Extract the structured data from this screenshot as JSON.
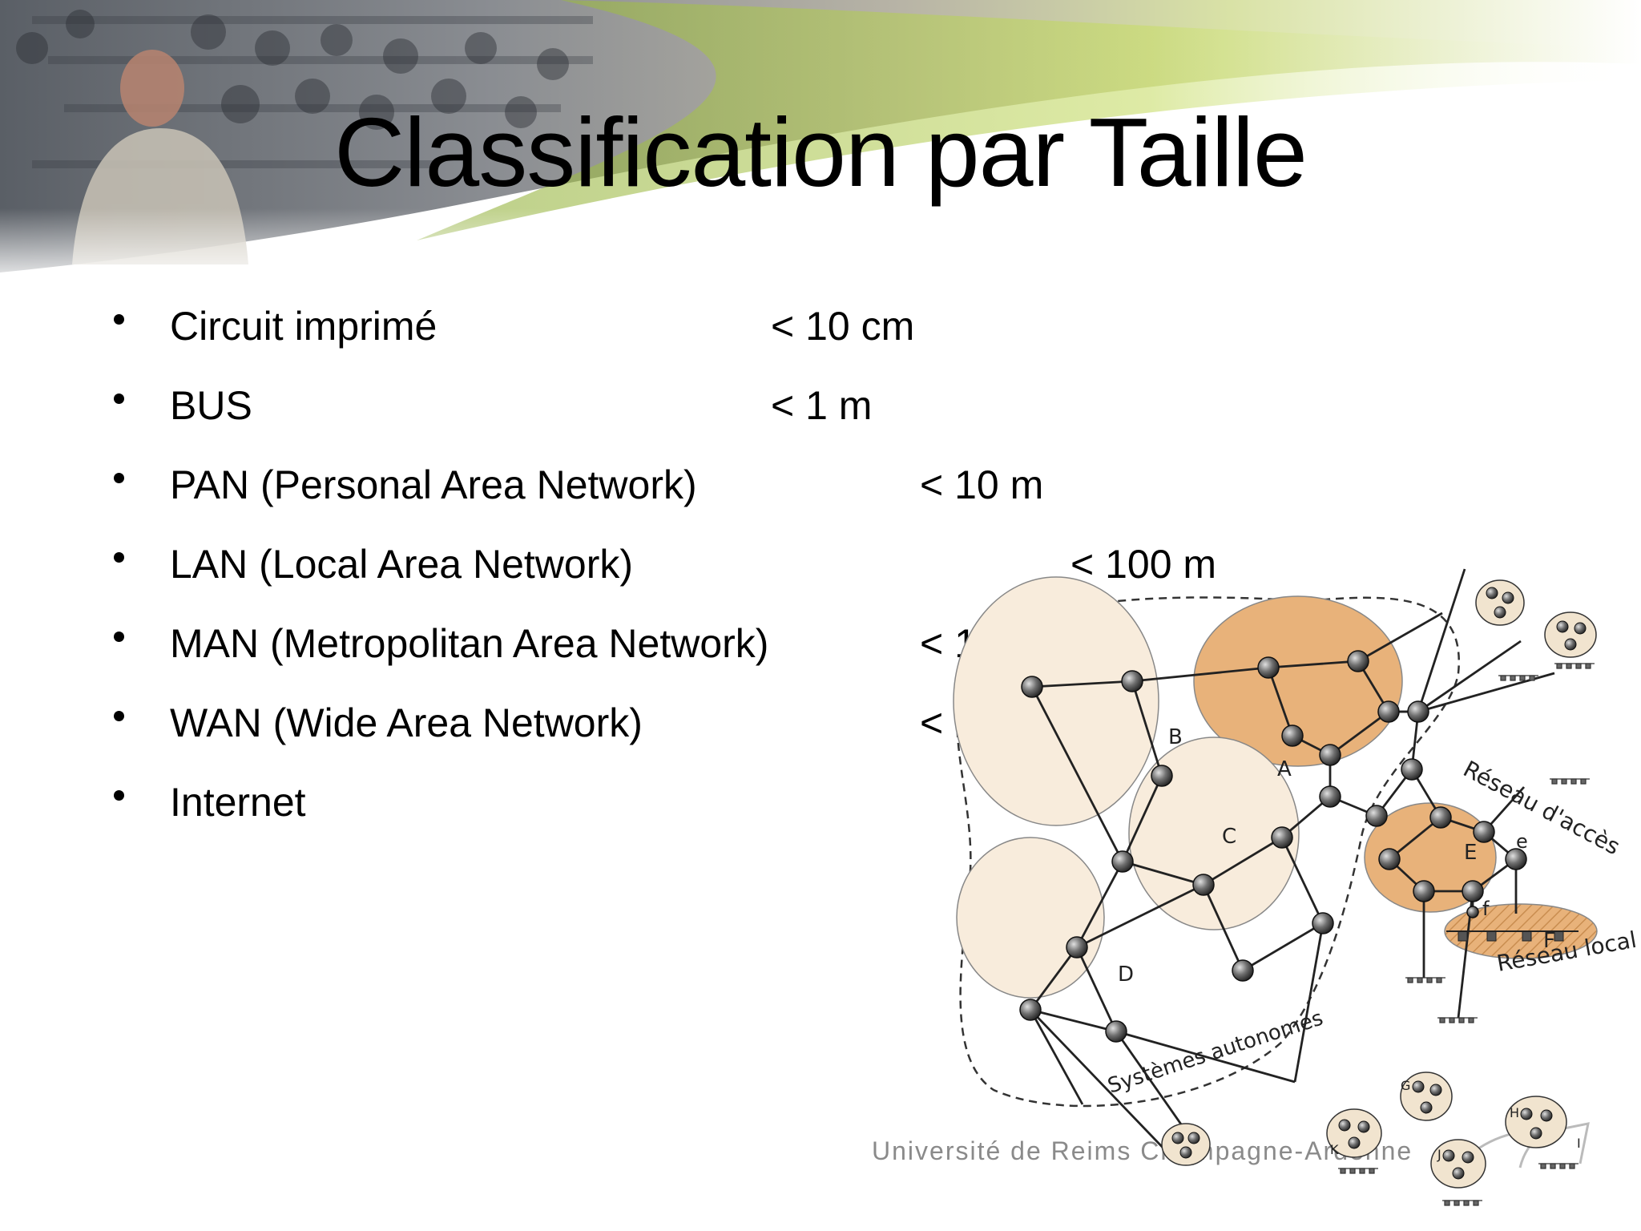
{
  "slide": {
    "title": "Classification par Taille",
    "bullets": [
      {
        "label": "Circuit imprimé",
        "size": "< 10 cm"
      },
      {
        "label": "BUS",
        "size": "< 1 m"
      },
      {
        "label": "PAN (Personal Area Network)",
        "size": "< 10 m"
      },
      {
        "label": "LAN (Local Area Network)",
        "size": "< 100 m"
      },
      {
        "label": "MAN (Metropolitan Area Network)",
        "size": "< 10 km"
      },
      {
        "label": "WAN (Wide Area Network)",
        "size": "< 10"
      },
      {
        "label": "Internet",
        "size": ""
      }
    ],
    "footer": "Université de Reims Champagne-Ardenne"
  },
  "diagram": {
    "zones": [
      "A",
      "B",
      "C",
      "D",
      "E",
      "F"
    ],
    "nodes_small": [
      "e",
      "f",
      "G",
      "H",
      "I",
      "J",
      "K"
    ],
    "reseau_acces": "Réseau d'accès",
    "reseau_local": "Réseau local",
    "systemes_autonomes": "Systèmes autonomes"
  },
  "colors": {
    "orange_fill": "#e8b27a",
    "beige_fill": "#f8ecdc",
    "node": "#555555"
  }
}
